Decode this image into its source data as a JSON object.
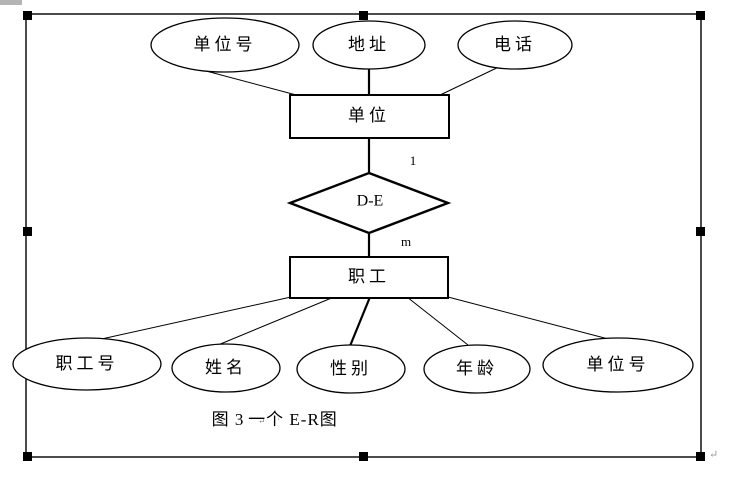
{
  "document": {
    "title": "E-R Diagram Figure",
    "background_color": "#ffffff",
    "stroke_color": "#000000",
    "selection_handle_color": "#000000",
    "page_mark_color": "#9a9a9a"
  },
  "caption": {
    "prefix": "图 3",
    "return_mark": "↵",
    "dot_mark": "·",
    "text": "一个 E-R图",
    "full": "图 3  一个 E-R图"
  },
  "diagram": {
    "type": "entity-relationship",
    "entities": [
      {
        "id": "unit",
        "label": "单位",
        "shape": "rectangle"
      },
      {
        "id": "employee",
        "label": "职工",
        "shape": "rectangle"
      }
    ],
    "relationships": [
      {
        "id": "de",
        "label": "D-E",
        "shape": "diamond",
        "from": "unit",
        "to": "employee",
        "cardinality_from": "1",
        "cardinality_to": "m"
      }
    ],
    "unit_attributes": [
      {
        "id": "unit-no-top",
        "label": "单位号",
        "shape": "ellipse"
      },
      {
        "id": "address",
        "label": "地址",
        "shape": "ellipse"
      },
      {
        "id": "phone",
        "label": "电话",
        "shape": "ellipse"
      }
    ],
    "employee_attributes": [
      {
        "id": "emp-no",
        "label": "职工号",
        "shape": "ellipse"
      },
      {
        "id": "emp-name",
        "label": "姓名",
        "shape": "ellipse"
      },
      {
        "id": "emp-gender",
        "label": "性别",
        "shape": "ellipse"
      },
      {
        "id": "emp-age",
        "label": "年龄",
        "shape": "ellipse"
      },
      {
        "id": "emp-unit-no",
        "label": "单位号",
        "shape": "ellipse"
      }
    ]
  },
  "selection": {
    "handles": [
      "top-left",
      "top-center",
      "top-right",
      "middle-left",
      "middle-right",
      "bottom-left",
      "bottom-center",
      "bottom-right"
    ]
  }
}
